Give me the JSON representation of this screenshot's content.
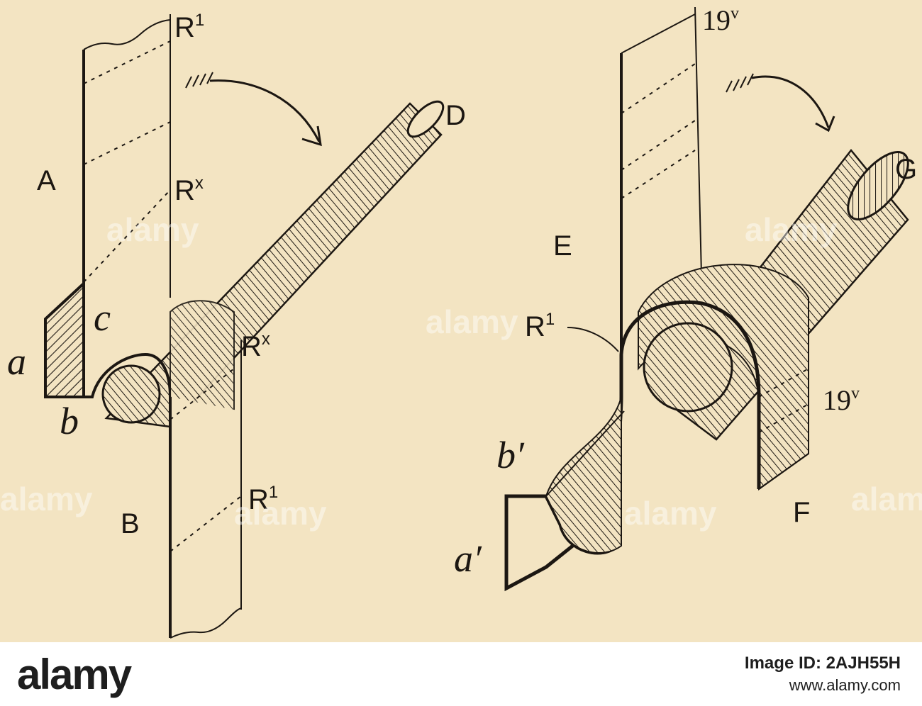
{
  "colors": {
    "paper": "#f3e4c2",
    "ink": "#1c1712",
    "footer_bg": "#ffffff",
    "footer_text": "#1e1e1e"
  },
  "watermark": "alamy",
  "left_figure": {
    "labels": {
      "A": "A",
      "B": "B",
      "D": "D",
      "a": "a",
      "b": "b",
      "c": "c",
      "R_top": "R",
      "R_top_sup": "1",
      "R_mid": "R",
      "R_mid_sup": "x",
      "R_roll": "R",
      "R_roll_sup": "x",
      "R_low": "R",
      "R_low_sup": "1"
    }
  },
  "right_figure": {
    "labels": {
      "E": "E",
      "F": "F",
      "G": "G",
      "a_prime": "a′",
      "b_prime": "b′",
      "R": "R",
      "R_sup": "1",
      "n19_top": "19",
      "n19_top_sup": "v",
      "n19_low": "19",
      "n19_low_sup": "v"
    }
  },
  "footer": {
    "brand": "alamy",
    "image_id": "Image ID: 2AJH55H",
    "site": "www.alamy.com"
  }
}
